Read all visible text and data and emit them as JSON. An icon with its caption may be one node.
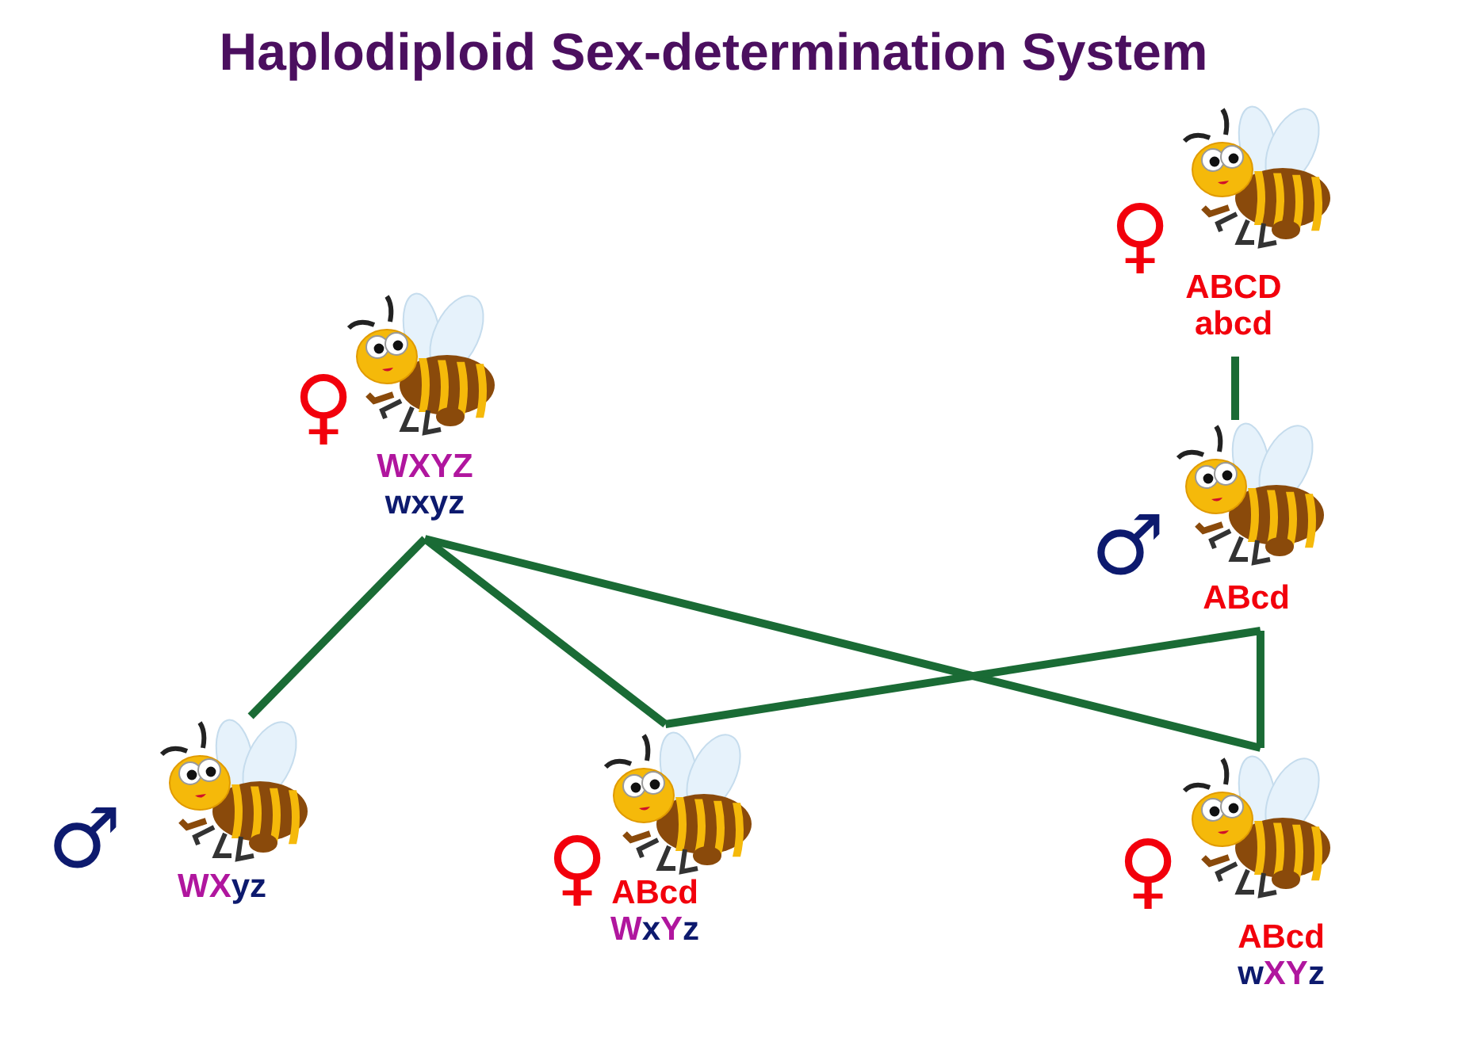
{
  "diagram": {
    "title": "Haplodiploid Sex-determination System",
    "nodes": [
      {
        "text": [
          "♀",
          "ABCD",
          "abcd"
        ]
      },
      {
        "text": [
          "♀",
          "WXYZ",
          "wxyz"
        ]
      },
      {
        "text": [
          "♂",
          "ABcd"
        ]
      },
      {
        "text": [
          "♂",
          "WXyz"
        ]
      },
      {
        "text": [
          "♀",
          "ABcd",
          "WxYz"
        ]
      },
      {
        "text": [
          "♀",
          "ABcd",
          "wXYz"
        ]
      }
    ],
    "edges": [
      {
        "from": 0,
        "to": 2,
        "arrow": "none"
      },
      {
        "from": 1,
        "to": 3,
        "arrow": "none"
      },
      {
        "from": 1,
        "to": 4,
        "arrow": "none"
      },
      {
        "from": 1,
        "to": 5,
        "arrow": "none"
      },
      {
        "from": 2,
        "to": 4,
        "arrow": "none"
      },
      {
        "from": 2,
        "to": 5,
        "arrow": "none"
      }
    ]
  }
}
